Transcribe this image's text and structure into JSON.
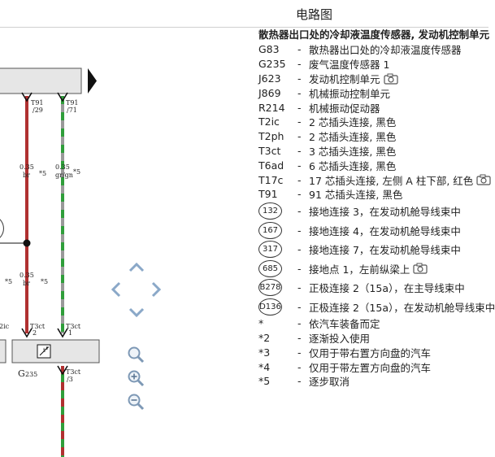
{
  "page": {
    "title": "电路图"
  },
  "diagram": {
    "components": {
      "g235": "G235",
      "g235_label_main": "G",
      "g235_label_sub": "235"
    },
    "connectors": {
      "t91_29": {
        "name": "T91",
        "pin": "/29"
      },
      "t91_71": {
        "name": "T91",
        "pin": "/71"
      },
      "t3ct_2": {
        "name": "T3ct",
        "pin": "2"
      },
      "t3ct_1": {
        "name": "T3ct",
        "pin": "1"
      },
      "t3ct_3": {
        "name": "T3ct",
        "pin": "/3"
      },
      "t2ic": "2ic"
    },
    "wires": {
      "left_upper": {
        "size": "0.35",
        "color": "br",
        "note": "*5"
      },
      "left_lower": {
        "size": "0.35",
        "color": "br",
        "note": "*5"
      },
      "right_upper": {
        "size": "0.35",
        "color": "gr/gn",
        "note": "*5"
      }
    },
    "notes": {
      "left_star5": "*5",
      "left_lower_star5_a": "*5"
    },
    "colors": {
      "red_wire": "#b03030",
      "green": "#2f9e3a",
      "gray": "#999999"
    }
  },
  "legend": {
    "title": "散热器出口处的冷却液温度传感器, 发动机控制单元",
    "items": [
      {
        "code": "G83",
        "desc": "散热器出口处的冷却液温度传感器",
        "camera": false
      },
      {
        "code": "G235",
        "desc": "废气温度传感器 1",
        "camera": false
      },
      {
        "code": "J623",
        "desc": "发动机控制单元",
        "camera": true
      },
      {
        "code": "J869",
        "desc": "机械振动控制单元",
        "camera": false
      },
      {
        "code": "R214",
        "desc": "机械振动促动器",
        "camera": false
      },
      {
        "code": "T2ic",
        "desc": "2 芯插头连接, 黑色",
        "camera": false
      },
      {
        "code": "T2ph",
        "desc": "2 芯插头连接, 黑色",
        "camera": false
      },
      {
        "code": "T3ct",
        "desc": "3 芯插头连接, 黑色",
        "camera": false
      },
      {
        "code": "T6ad",
        "desc": "6 芯插头连接, 黑色",
        "camera": false
      },
      {
        "code": "T17c",
        "desc": "17 芯插头连接, 左侧 A 柱下部, 红色",
        "camera": true
      },
      {
        "code": "T91",
        "desc": "91 芯插头连接, 黑色",
        "camera": false
      }
    ],
    "grounds": [
      {
        "code": "132",
        "desc": "接地连接 3，在发动机舱导线束中",
        "camera": false
      },
      {
        "code": "167",
        "desc": "接地连接 4，在发动机舱导线束中",
        "camera": false
      },
      {
        "code": "317",
        "desc": "接地连接 7，在发动机舱导线束中",
        "camera": false
      },
      {
        "code": "685",
        "desc": "接地点 1，左前纵梁上",
        "camera": true
      },
      {
        "code": "B278",
        "desc": "正极连接 2（15a），在主导线束中",
        "camera": false
      },
      {
        "code": "D136",
        "desc": "正极连接 2（15a），在发动机舱导线束中",
        "camera": false
      }
    ],
    "footnotes": [
      {
        "code": "*",
        "desc": "依汽车装备而定"
      },
      {
        "code": "*2",
        "desc": "逐渐投入使用"
      },
      {
        "code": "*3",
        "desc": "仅用于带右置方向盘的汽车"
      },
      {
        "code": "*4",
        "desc": "仅用于带左置方向盘的汽车"
      },
      {
        "code": "*5",
        "desc": "逐步取消"
      }
    ],
    "dash": "-"
  },
  "icons": {
    "pan_up": "chevron-up-icon",
    "pan_left": "chevron-left-icon",
    "pan_right": "chevron-right-icon",
    "pan_down": "chevron-down-icon",
    "zoom_reset": "zoom-reset-icon",
    "zoom_in": "zoom-in-icon",
    "zoom_out": "zoom-out-icon",
    "camera": "camera-icon"
  }
}
